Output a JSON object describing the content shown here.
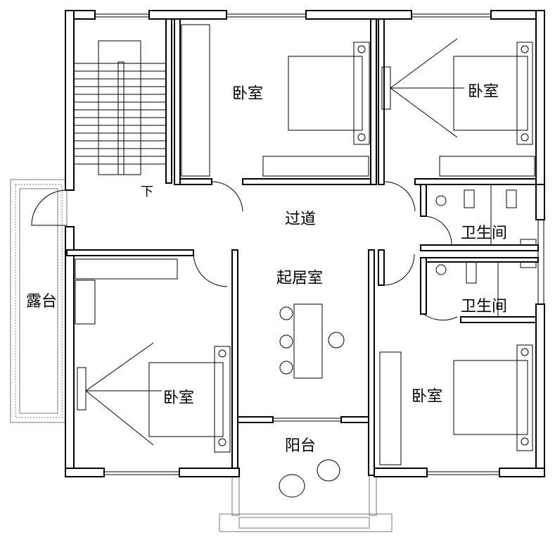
{
  "rooms": {
    "bedroom_top_middle": "卧室",
    "bedroom_top_right": "卧室",
    "bedroom_bottom_left": "卧室",
    "bedroom_bottom_right": "卧室",
    "corridor": "过道",
    "living_room": "起居室",
    "bathroom_upper": "卫生间",
    "bathroom_lower": "卫生间",
    "terrace": "露台",
    "balcony": "阳台"
  },
  "stair_direction": "下"
}
